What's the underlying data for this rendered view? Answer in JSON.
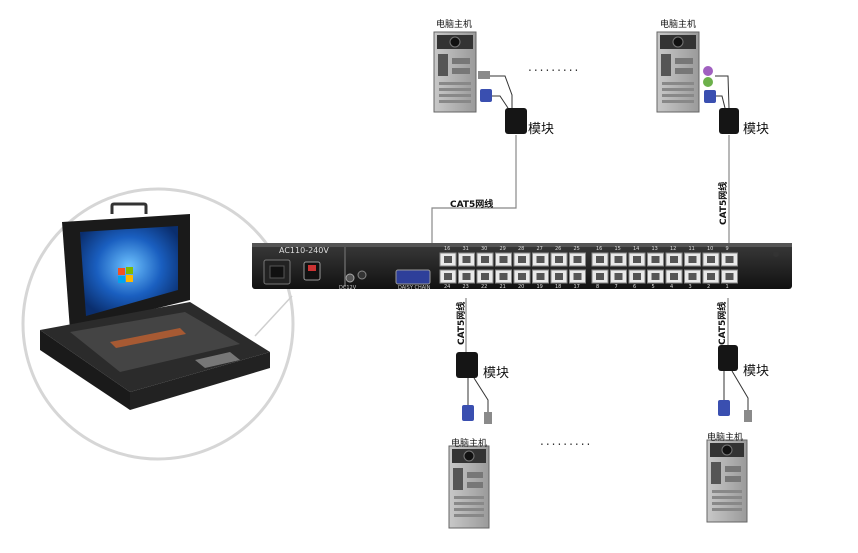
{
  "labels": {
    "pc": "电脑主机",
    "module": "模块",
    "cable": "CAT5网线",
    "ellipsis": "........."
  },
  "switch": {
    "model": "AC110-240V",
    "dc_label": "DC12V",
    "port_label": "DAISY CHAIN",
    "top_numbers": [
      "16",
      "31",
      "30",
      "29",
      "28",
      "27",
      "26",
      "25",
      "16",
      "15",
      "14",
      "13",
      "12",
      "11",
      "10",
      "9"
    ],
    "bottom_numbers": [
      "24",
      "23",
      "22",
      "21",
      "20",
      "19",
      "18",
      "17",
      "8",
      "7",
      "6",
      "5",
      "4",
      "3",
      "2",
      "1"
    ]
  },
  "colors": {
    "screen_blue": "#1a5fc0",
    "vga_blue": "#3a4fb0",
    "usb_gray": "#8a8a8a"
  }
}
